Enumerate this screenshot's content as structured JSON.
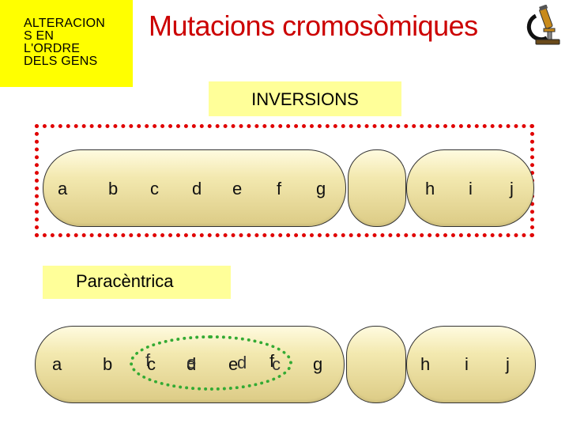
{
  "header": {
    "side_label": "ALTERACION\nS EN\nL'ORDRE\nDELS GENS",
    "title": "Mutacions cromosòmiques"
  },
  "section_label": "INVERSIONS",
  "type_label": "Paracèntrica",
  "chromosome_top": {
    "genes": [
      "a",
      "b",
      "c",
      "d",
      "e",
      "f",
      "g",
      "h",
      "i",
      "j"
    ]
  },
  "chromosome_bottom": {
    "genes": [
      "a",
      "b",
      "c",
      "d",
      "e",
      "f",
      "g",
      "h",
      "i",
      "j"
    ],
    "inverted_overlay": [
      "f",
      "e",
      "d",
      "c"
    ]
  },
  "colors": {
    "title": "#cc0000",
    "side_box": "#ffff00",
    "label_box": "#ffff99",
    "dotted_red": "#e00000",
    "dotted_green": "#33aa33"
  },
  "icons": [
    "microscope-icon"
  ]
}
